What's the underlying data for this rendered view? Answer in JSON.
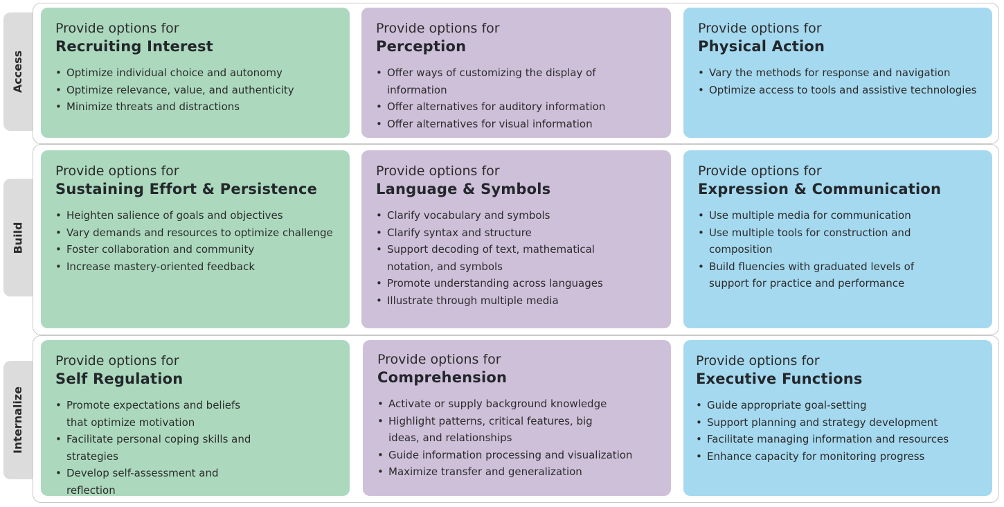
{
  "colors": {
    "engagement": "#acd9be",
    "representation": "#cfc0da",
    "action_expression": "#a5d9ef",
    "row_tab": "#dcdcdd"
  },
  "rows": [
    {
      "label": "Access",
      "cards": [
        {
          "lead": "Provide options for",
          "title": "Recruiting Interest",
          "items": [
            "Optimize individual choice and autonomy",
            "Optimize relevance, value, and authenticity",
            "Minimize threats and distractions"
          ]
        },
        {
          "lead": "Provide options for",
          "title": "Perception",
          "items": [
            "Offer ways of customizing the display of information",
            "Offer alternatives for auditory information",
            "Offer alternatives for visual information"
          ]
        },
        {
          "lead": "Provide options for",
          "title": "Physical Action",
          "items": [
            "Vary the methods for response and navigation",
            "Optimize access to tools and assistive technologies"
          ]
        }
      ]
    },
    {
      "label": "Build",
      "cards": [
        {
          "lead": "Provide options for",
          "title": "Sustaining Effort & Persistence",
          "items": [
            "Heighten salience of goals and objectives",
            "Vary demands and resources to optimize challenge",
            "Foster collaboration and community",
            "Increase mastery-oriented feedback"
          ]
        },
        {
          "lead": "Provide options for",
          "title": "Language & Symbols",
          "items": [
            "Clarify vocabulary and symbols",
            "Clarify syntax and structure",
            "Support decoding of text, mathematical notation, and symbols",
            "Promote understanding across languages",
            "Illustrate through multiple media"
          ]
        },
        {
          "lead": "Provide options for",
          "title": "Expression & Communication",
          "items": [
            "Use multiple media for communication",
            "Use multiple tools for construction and composition",
            "Build fluencies with graduated levels of support for practice and performance"
          ]
        }
      ]
    },
    {
      "label": "Internalize",
      "cards": [
        {
          "lead": "Provide options for",
          "title": "Self Regulation",
          "items": [
            "Promote expectations and beliefs that optimize motivation",
            "Facilitate personal coping skills and strategies",
            "Develop self-assessment and reflection"
          ]
        },
        {
          "lead": "Provide options for",
          "title": "Comprehension",
          "items": [
            "Activate or supply background knowledge",
            "Highlight patterns, critical features, big ideas, and relationships",
            "Guide information processing and visualization",
            "Maximize transfer and generalization"
          ]
        },
        {
          "lead": "Provide options for",
          "title": "Executive Functions",
          "items": [
            "Guide appropriate goal-setting",
            "Support planning and strategy development",
            "Facilitate managing information and resources",
            "Enhance capacity for monitoring progress"
          ]
        }
      ]
    }
  ]
}
